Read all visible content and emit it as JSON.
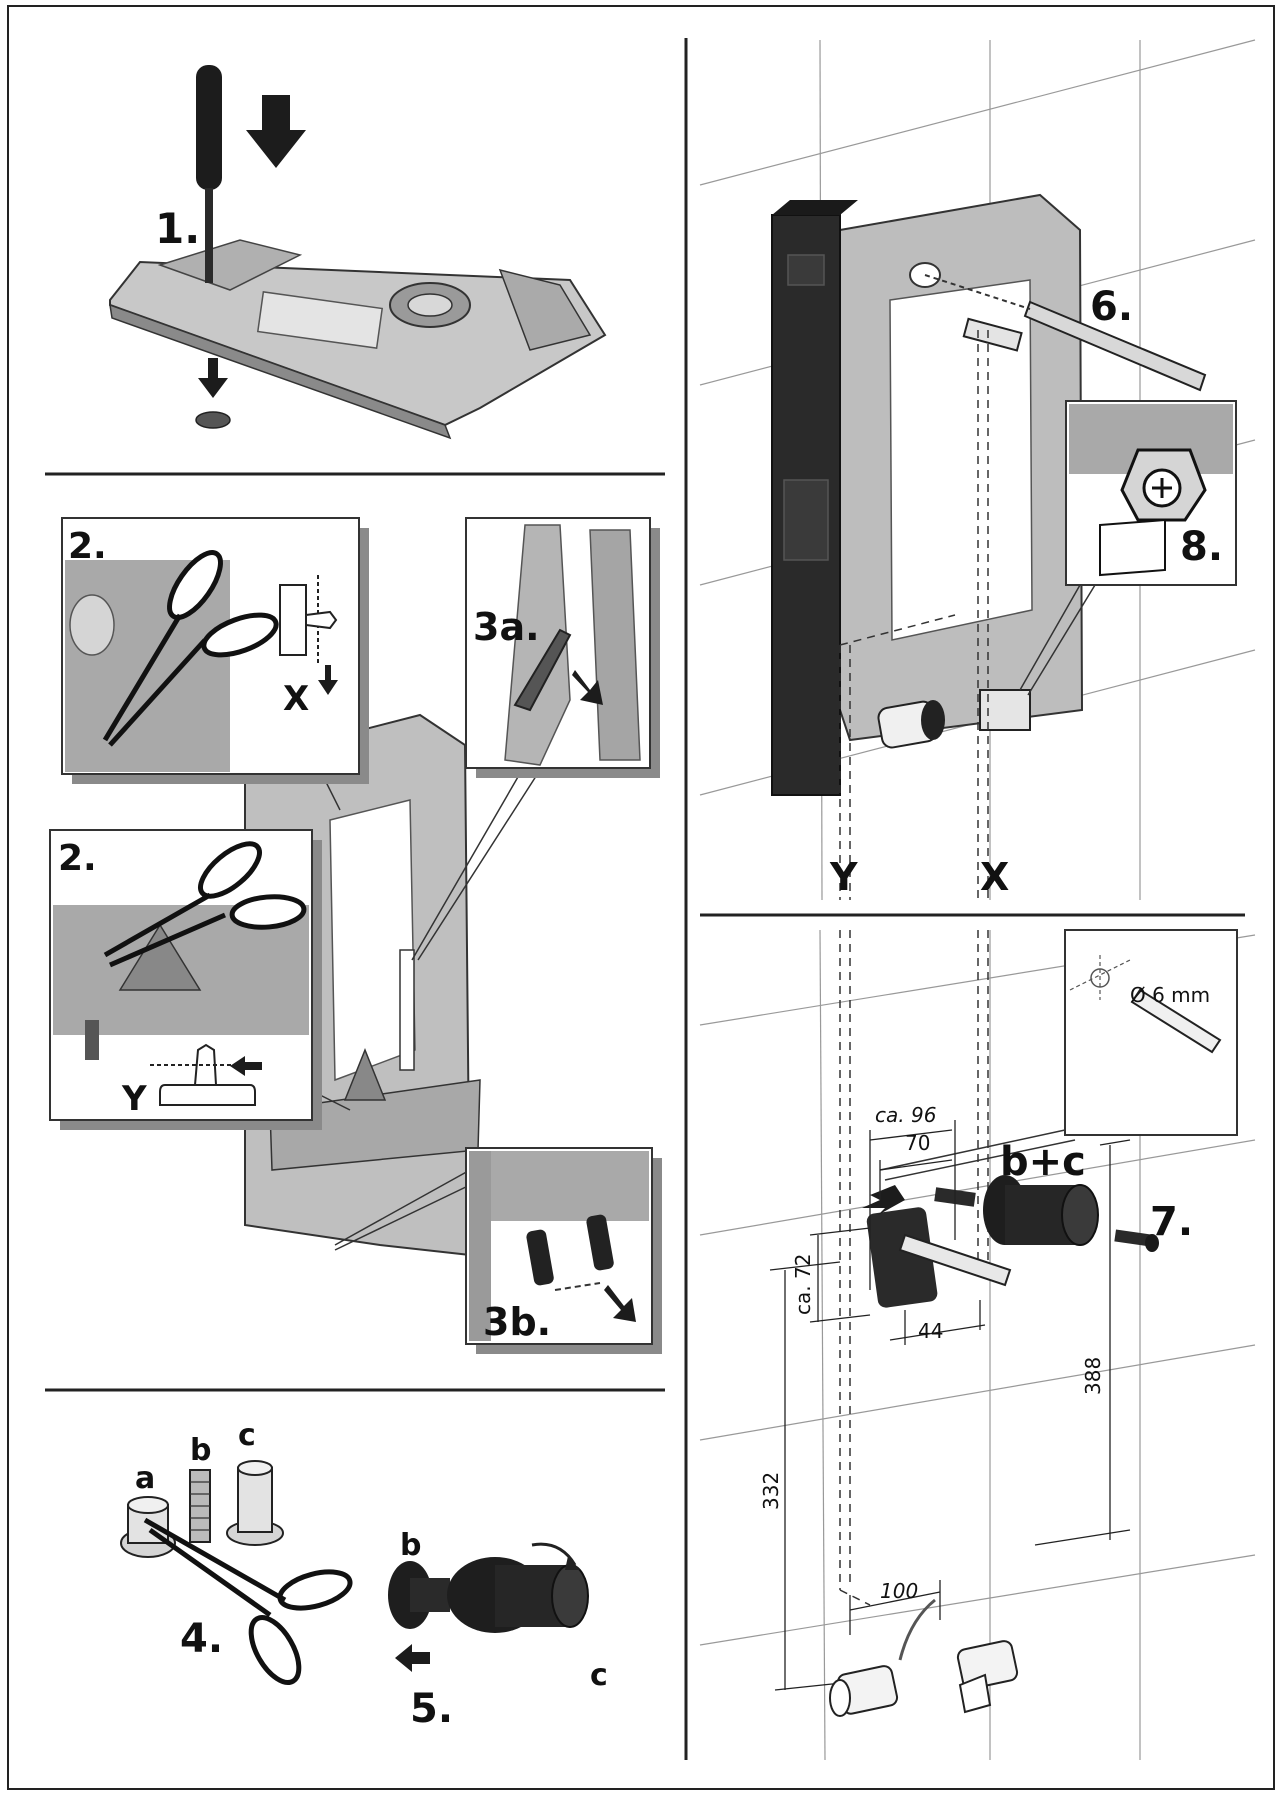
{
  "steps": {
    "s1": "1.",
    "s2a": "2.",
    "s2b": "2.",
    "s3a": "3a.",
    "s3b": "3b.",
    "s4": "4.",
    "s5": "5.",
    "s6": "6.",
    "s7": "7.",
    "s8": "8."
  },
  "markers": {
    "x_detail": "X",
    "y_detail": "Y",
    "x_axis": "X",
    "y_axis": "Y"
  },
  "parts": {
    "a": "a",
    "b": "b",
    "c": "c",
    "b5": "b",
    "c5": "c",
    "bc": "b+c"
  },
  "dimensions": {
    "ca96": "ca. 96",
    "d70": "70",
    "ca72": "ca. 72",
    "d44": "44",
    "d388": "388",
    "d332": "332",
    "d100": "100",
    "drill": "Ø 6 mm"
  }
}
